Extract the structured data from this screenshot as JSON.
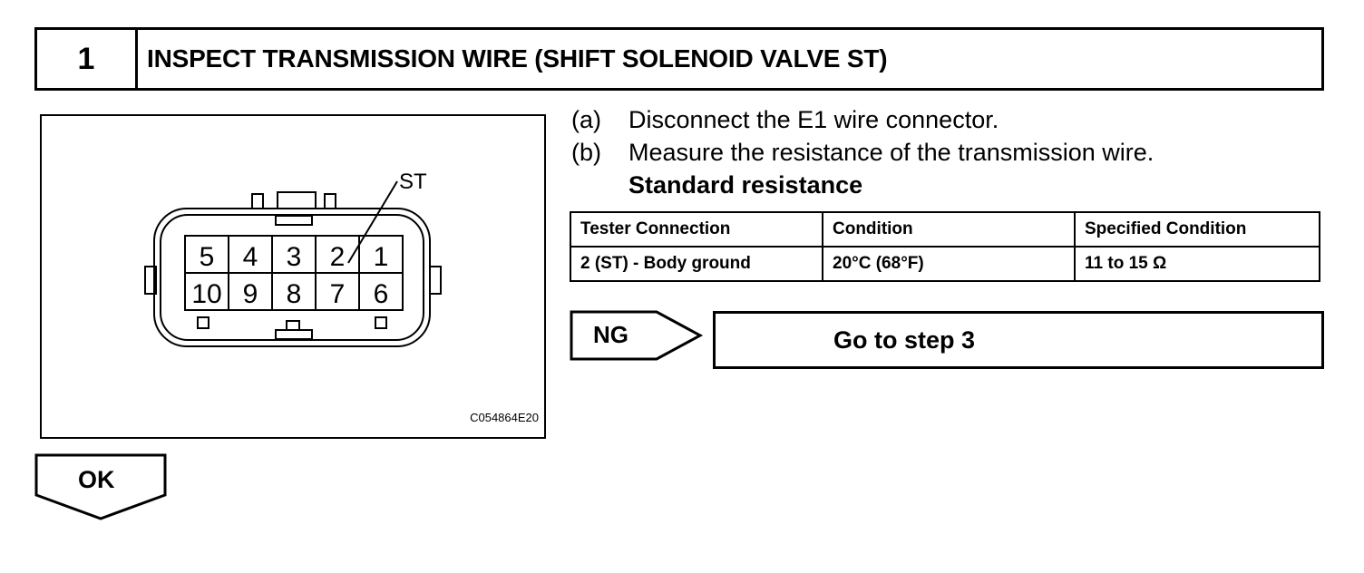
{
  "header": {
    "step_number": "1",
    "title": "INSPECT TRANSMISSION WIRE (SHIFT SOLENOID VALVE ST)"
  },
  "figure": {
    "callout_label": "ST",
    "pins_top": [
      "5",
      "4",
      "3",
      "2",
      "1"
    ],
    "pins_bottom": [
      "10",
      "9",
      "8",
      "7",
      "6"
    ],
    "figure_id": "C054864E20"
  },
  "instructions": [
    {
      "letter": "(a)",
      "text": "Disconnect the E1 wire connector."
    },
    {
      "letter": "(b)",
      "text": "Measure the resistance of the transmission wire."
    }
  ],
  "standard_label": "Standard resistance",
  "spec_table": {
    "headers": [
      "Tester Connection",
      "Condition",
      "Specified Condition"
    ],
    "rows": [
      [
        "2 (ST) - Body ground",
        "20°C (68°F)",
        "11 to 15 Ω"
      ]
    ]
  },
  "ng": {
    "label": "NG",
    "action": "Go to step 3"
  },
  "ok": {
    "label": "OK"
  }
}
